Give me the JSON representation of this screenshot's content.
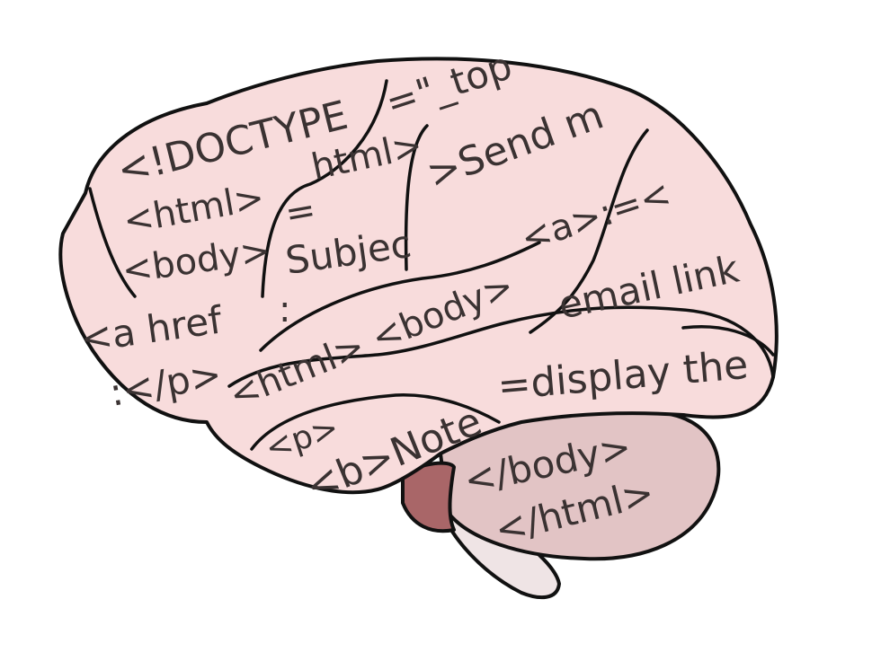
{
  "illustration": {
    "subject": "brain filled with HTML code",
    "colors": {
      "cerebrum": "#f8dcdc",
      "cerebellum": "#e2c4c5",
      "pons": "#a96668",
      "brainstem": "#efe4e5",
      "outline": "#111111",
      "text": "#3a3232",
      "background": "#ffffff"
    },
    "snippets": [
      {
        "id": "doctype",
        "text": "<!DOCTYPE"
      },
      {
        "id": "html-open-1",
        "text": "<html>"
      },
      {
        "id": "body-open-1",
        "text": "<body>"
      },
      {
        "id": "a-href",
        "text": "<a href"
      },
      {
        "id": "p-close",
        "text": ":</p>"
      },
      {
        "id": "target",
        "text": "=\"_top"
      },
      {
        "id": "html-fragment",
        "text": "html>"
      },
      {
        "id": "equals",
        "text": "="
      },
      {
        "id": "subject",
        "text": "Subjec"
      },
      {
        "id": "colon",
        "text": ":"
      },
      {
        "id": "send-m",
        "text": ">Send m"
      },
      {
        "id": "a-tag",
        "text": "<a>:=<"
      },
      {
        "id": "email-link",
        "text": "email link"
      },
      {
        "id": "html-body",
        "text": "<html> <body>"
      },
      {
        "id": "p-open",
        "text": "<p>"
      },
      {
        "id": "b-note",
        "text": "<b>Note"
      },
      {
        "id": "display-the",
        "text": "=display the"
      },
      {
        "id": "body-close",
        "text": "</body>"
      },
      {
        "id": "html-close",
        "text": "</html>"
      }
    ]
  }
}
